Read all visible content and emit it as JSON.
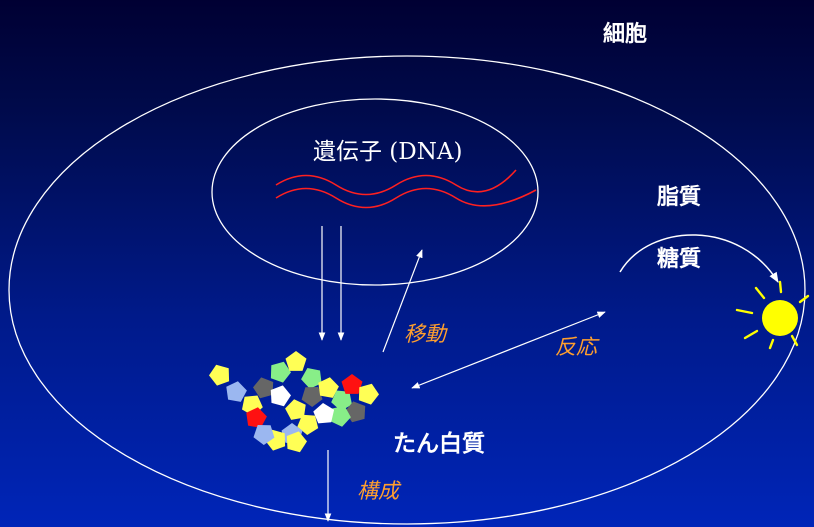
{
  "labels": {
    "cell": "細胞",
    "gene": "遺伝子 (DNA)",
    "lipid": "脂質",
    "sugar": "糖質",
    "protein": "たん白質",
    "move": "移動",
    "react": "反応",
    "compose": "構成"
  },
  "colors": {
    "line": "#ffffff",
    "dna": "#ff2020",
    "accent_text": "#ff9f2e",
    "sun": "#ffff00",
    "protein_pieces": [
      "#ffff55",
      "#88ee88",
      "#9bb7f0",
      "#666666",
      "#ff1111",
      "#ffffff"
    ]
  }
}
